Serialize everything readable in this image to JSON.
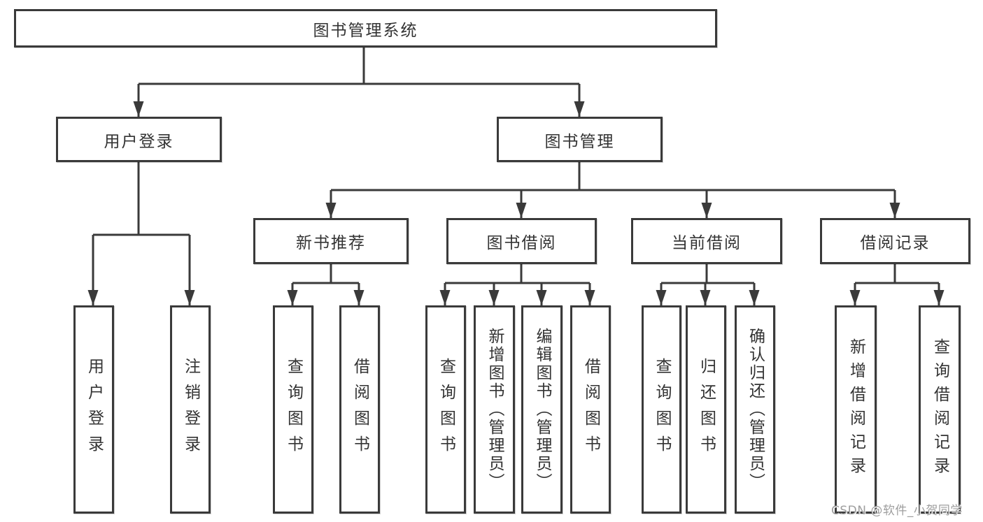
{
  "watermark": "CSDN @软件_小贺同学",
  "colors": {
    "line": "#3a3a3a",
    "text": "#333333",
    "background": "#ffffff",
    "watermark_gray": "#9e9e9e"
  },
  "tree": {
    "root": "图书管理系统",
    "branches": [
      {
        "label": "用户登录",
        "children": [
          "用户登录",
          "注销登录"
        ]
      },
      {
        "label": "图书管理",
        "groups": [
          {
            "label": "新书推荐",
            "children": [
              "查询图书",
              "借阅图书"
            ]
          },
          {
            "label": "图书借阅",
            "children": [
              "查询图书",
              "新增图书（管理员）",
              "编辑图书（管理员）",
              "借阅图书"
            ]
          },
          {
            "label": "当前借阅",
            "children": [
              "查询图书",
              "归还图书",
              "确认归还（管理员）"
            ]
          },
          {
            "label": "借阅记录",
            "children": [
              "新增借阅记录",
              "查询借阅记录"
            ]
          }
        ]
      }
    ]
  }
}
